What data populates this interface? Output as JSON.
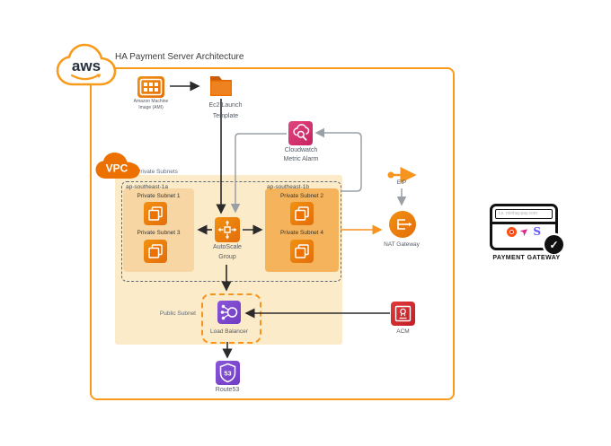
{
  "title": "HA Payment Server Architecture",
  "aws_logo_text": "aws",
  "nodes": {
    "ami": {
      "label1": "Amazon Machine",
      "label2": "Image (AMI)"
    },
    "launch_template": {
      "label1": "Ec2 Launch",
      "label2": "Template"
    },
    "cloudwatch": {
      "label1": "Cloudwatch",
      "label2": "Metric Alarm"
    },
    "autoscale": {
      "label1": "AutoScale",
      "label2": "Group"
    },
    "eip": {
      "label": "EIP"
    },
    "nat_gateway": {
      "label": "NAT Gateway"
    },
    "acm": {
      "label": "ACM"
    },
    "load_balancer": {
      "label": "Load Balancer"
    },
    "route53": {
      "label": "Route53"
    }
  },
  "vpc": {
    "label": "VPC",
    "private_subnets_label": "Private Subnets",
    "public_subnet_label": "Public Subnet",
    "route53_badge": "53",
    "azs": [
      {
        "name": "ap-southeast-1a",
        "subnets": [
          "Private Subnet 1",
          "Private Subnet 3"
        ]
      },
      {
        "name": "ap-southeast-1b",
        "subnets": [
          "Private Subnet 2",
          "Private Subnet 4"
        ]
      }
    ]
  },
  "payment_gateway": {
    "url_text": "i.e. minhaj-pay.com",
    "label": "PAYMENT GATEWAY",
    "logos": [
      "orange-ring-pay-logo",
      "pink-bird-pay-logo",
      "stripe-s-logo"
    ],
    "check": "verified-check-icon"
  },
  "icons": {
    "aws-cloud-icon": "white cloud outline with aws wordmark and smile swoosh",
    "vpc-cloud-icon": "orange cloud with VPC text",
    "ami-icon": "orange square, white grid chip",
    "ec2-launch-template-icon": "orange folder",
    "cloudwatch-icon": "pink square, cloud + magnifier",
    "ec2-instance-icon": "orange square, overlapping squares",
    "autoscale-icon": "orange square, box with 4 outward arrows",
    "eip-icon": "orange dot with right arrow",
    "nat-gateway-icon": "orange circle, bracket lines with arrow",
    "load-balancer-icon": "purple square, node fan-out circle",
    "route53-icon": "purple square, shield 53",
    "acm-icon": "red square, certificate with seal",
    "verified-check-icon": "black circle white checkmark"
  },
  "colors": {
    "boundary_orange": "#F89B1B",
    "aws_icon_orange": "#ED7100",
    "vpc_fill": "#FCEBC8",
    "az_a_fill": "#F8D6A4",
    "az_b_fill": "#F5B45C",
    "cloudwatch_pink": "#D6346B",
    "purple": "#7B49C9",
    "acm_red": "#D6242D",
    "gray_connector": "#9AA0A6",
    "stripe_blue": "#635BFF",
    "pink_logo": "#E0218A"
  }
}
